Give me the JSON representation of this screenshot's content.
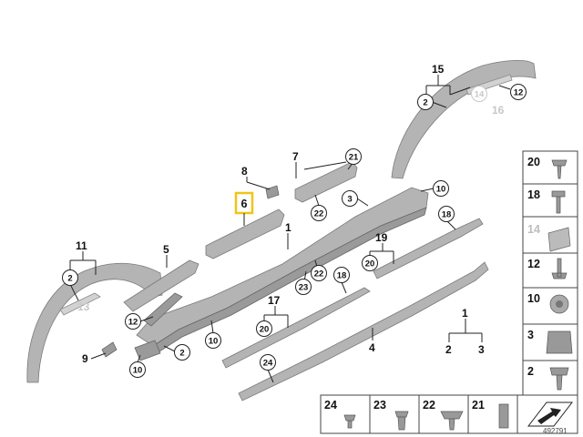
{
  "diagram": {
    "reference_number": "492791",
    "highlighted_part": "6",
    "callouts": {
      "c_15": "15",
      "c_2_arch_r": "2",
      "c_14_r": "14",
      "c_12_r": "12",
      "c_16": "16",
      "c_8": "8",
      "c_7": "7",
      "c_21": "21",
      "c_10_top": "10",
      "c_3": "3",
      "c_22_top": "22",
      "c_6": "6",
      "c_1": "1",
      "c_18_top": "18",
      "c_5": "5",
      "c_11": "11",
      "c_2_arch_l": "2",
      "c_13": "13",
      "c_22_mid": "22",
      "c_23": "23",
      "c_19": "19",
      "c_20_mid": "20",
      "c_18_mid": "18",
      "c_12_l": "12",
      "c_17": "17",
      "c_20_low": "20",
      "c_9": "9",
      "c_2_low": "2",
      "c_10_l": "10",
      "c_10_mid": "10",
      "c_24": "24",
      "c_4": "4",
      "g_1": "1",
      "g_2": "2",
      "g_3": "3"
    },
    "legend_right": [
      "20",
      "18",
      "14",
      "12",
      "10",
      "3",
      "2"
    ],
    "legend_bottom": [
      "24",
      "23",
      "22",
      "21"
    ]
  }
}
